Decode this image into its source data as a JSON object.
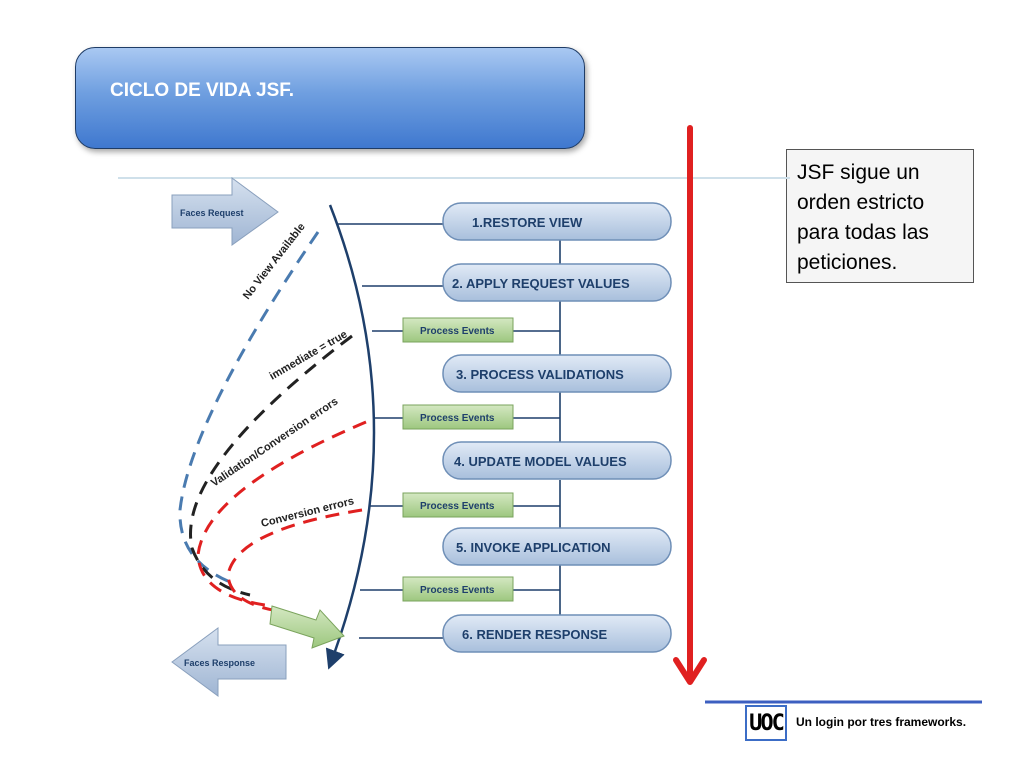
{
  "slide": {
    "title": "CICLO DE VIDA JSF."
  },
  "note": {
    "text": "JSF sigue un orden estricto para todas las peticiones."
  },
  "footer": {
    "text": "Un login por tres frameworks.",
    "logo": "UOC"
  },
  "diagram": {
    "faces_request": "Faces Request",
    "faces_response": "Faces Response",
    "phases": [
      "1.RESTORE VIEW",
      "2. APPLY REQUEST VALUES",
      "3. PROCESS VALIDATIONS",
      "4. UPDATE MODEL VALUES",
      "5. INVOKE APPLICATION",
      "6. RENDER RESPONSE"
    ],
    "process_events": [
      "Process Events",
      "Process Events",
      "Process Events",
      "Process Events"
    ],
    "curve_labels": {
      "no_view": "No View Available",
      "immediate": "immediate = true",
      "validation": "Validation/Conversion errors",
      "conversion": "Conversion errors"
    },
    "colors": {
      "phase": "#b8cbe3",
      "events": "#a6cf8a",
      "blue_dash": "#4a7bb0",
      "red": "#e02020"
    }
  }
}
